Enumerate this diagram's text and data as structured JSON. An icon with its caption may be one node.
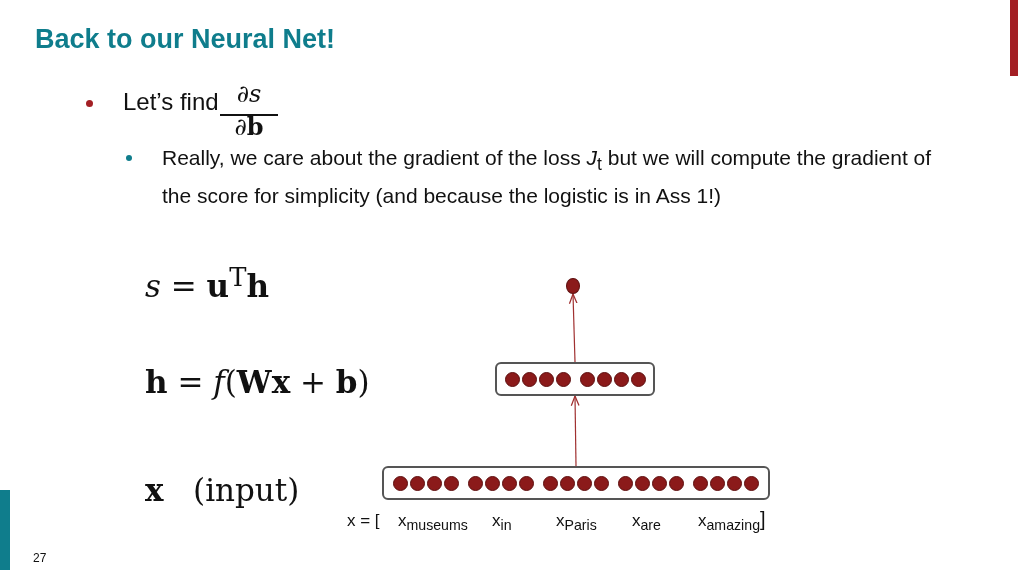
{
  "diagram": {
    "title": "Back to our Neural Net!",
    "nodes": [
      {
        "text": [],
        "shape": "circle"
      },
      {
        "text": [],
        "shape": "box"
      },
      {
        "text": [],
        "shape": "box"
      }
    ],
    "edges": [
      {
        "from": 2,
        "to": 1,
        "arrow": "to"
      },
      {
        "from": 1,
        "to": 0,
        "arrow": "to"
      }
    ],
    "labels": [
      "Let’s find",
      "∂*s*",
      "∂**b**",
      "Really, we care about the gradient of the loss *J*$_{t}$ but we will compute the gradient of the score for simplicity (and because the logistic is in Ass 1!)",
      "*s* = **u**$^{T}$**h**",
      "**h** = *f*(**Wx** + **b**)",
      "**x**   (input)",
      "x = [",
      "x$_{museums}$",
      "x$_{in}$",
      "x$_{Paris}$",
      "x$_{are}$",
      "x$_{amazing}$",
      "]",
      "27"
    ]
  }
}
